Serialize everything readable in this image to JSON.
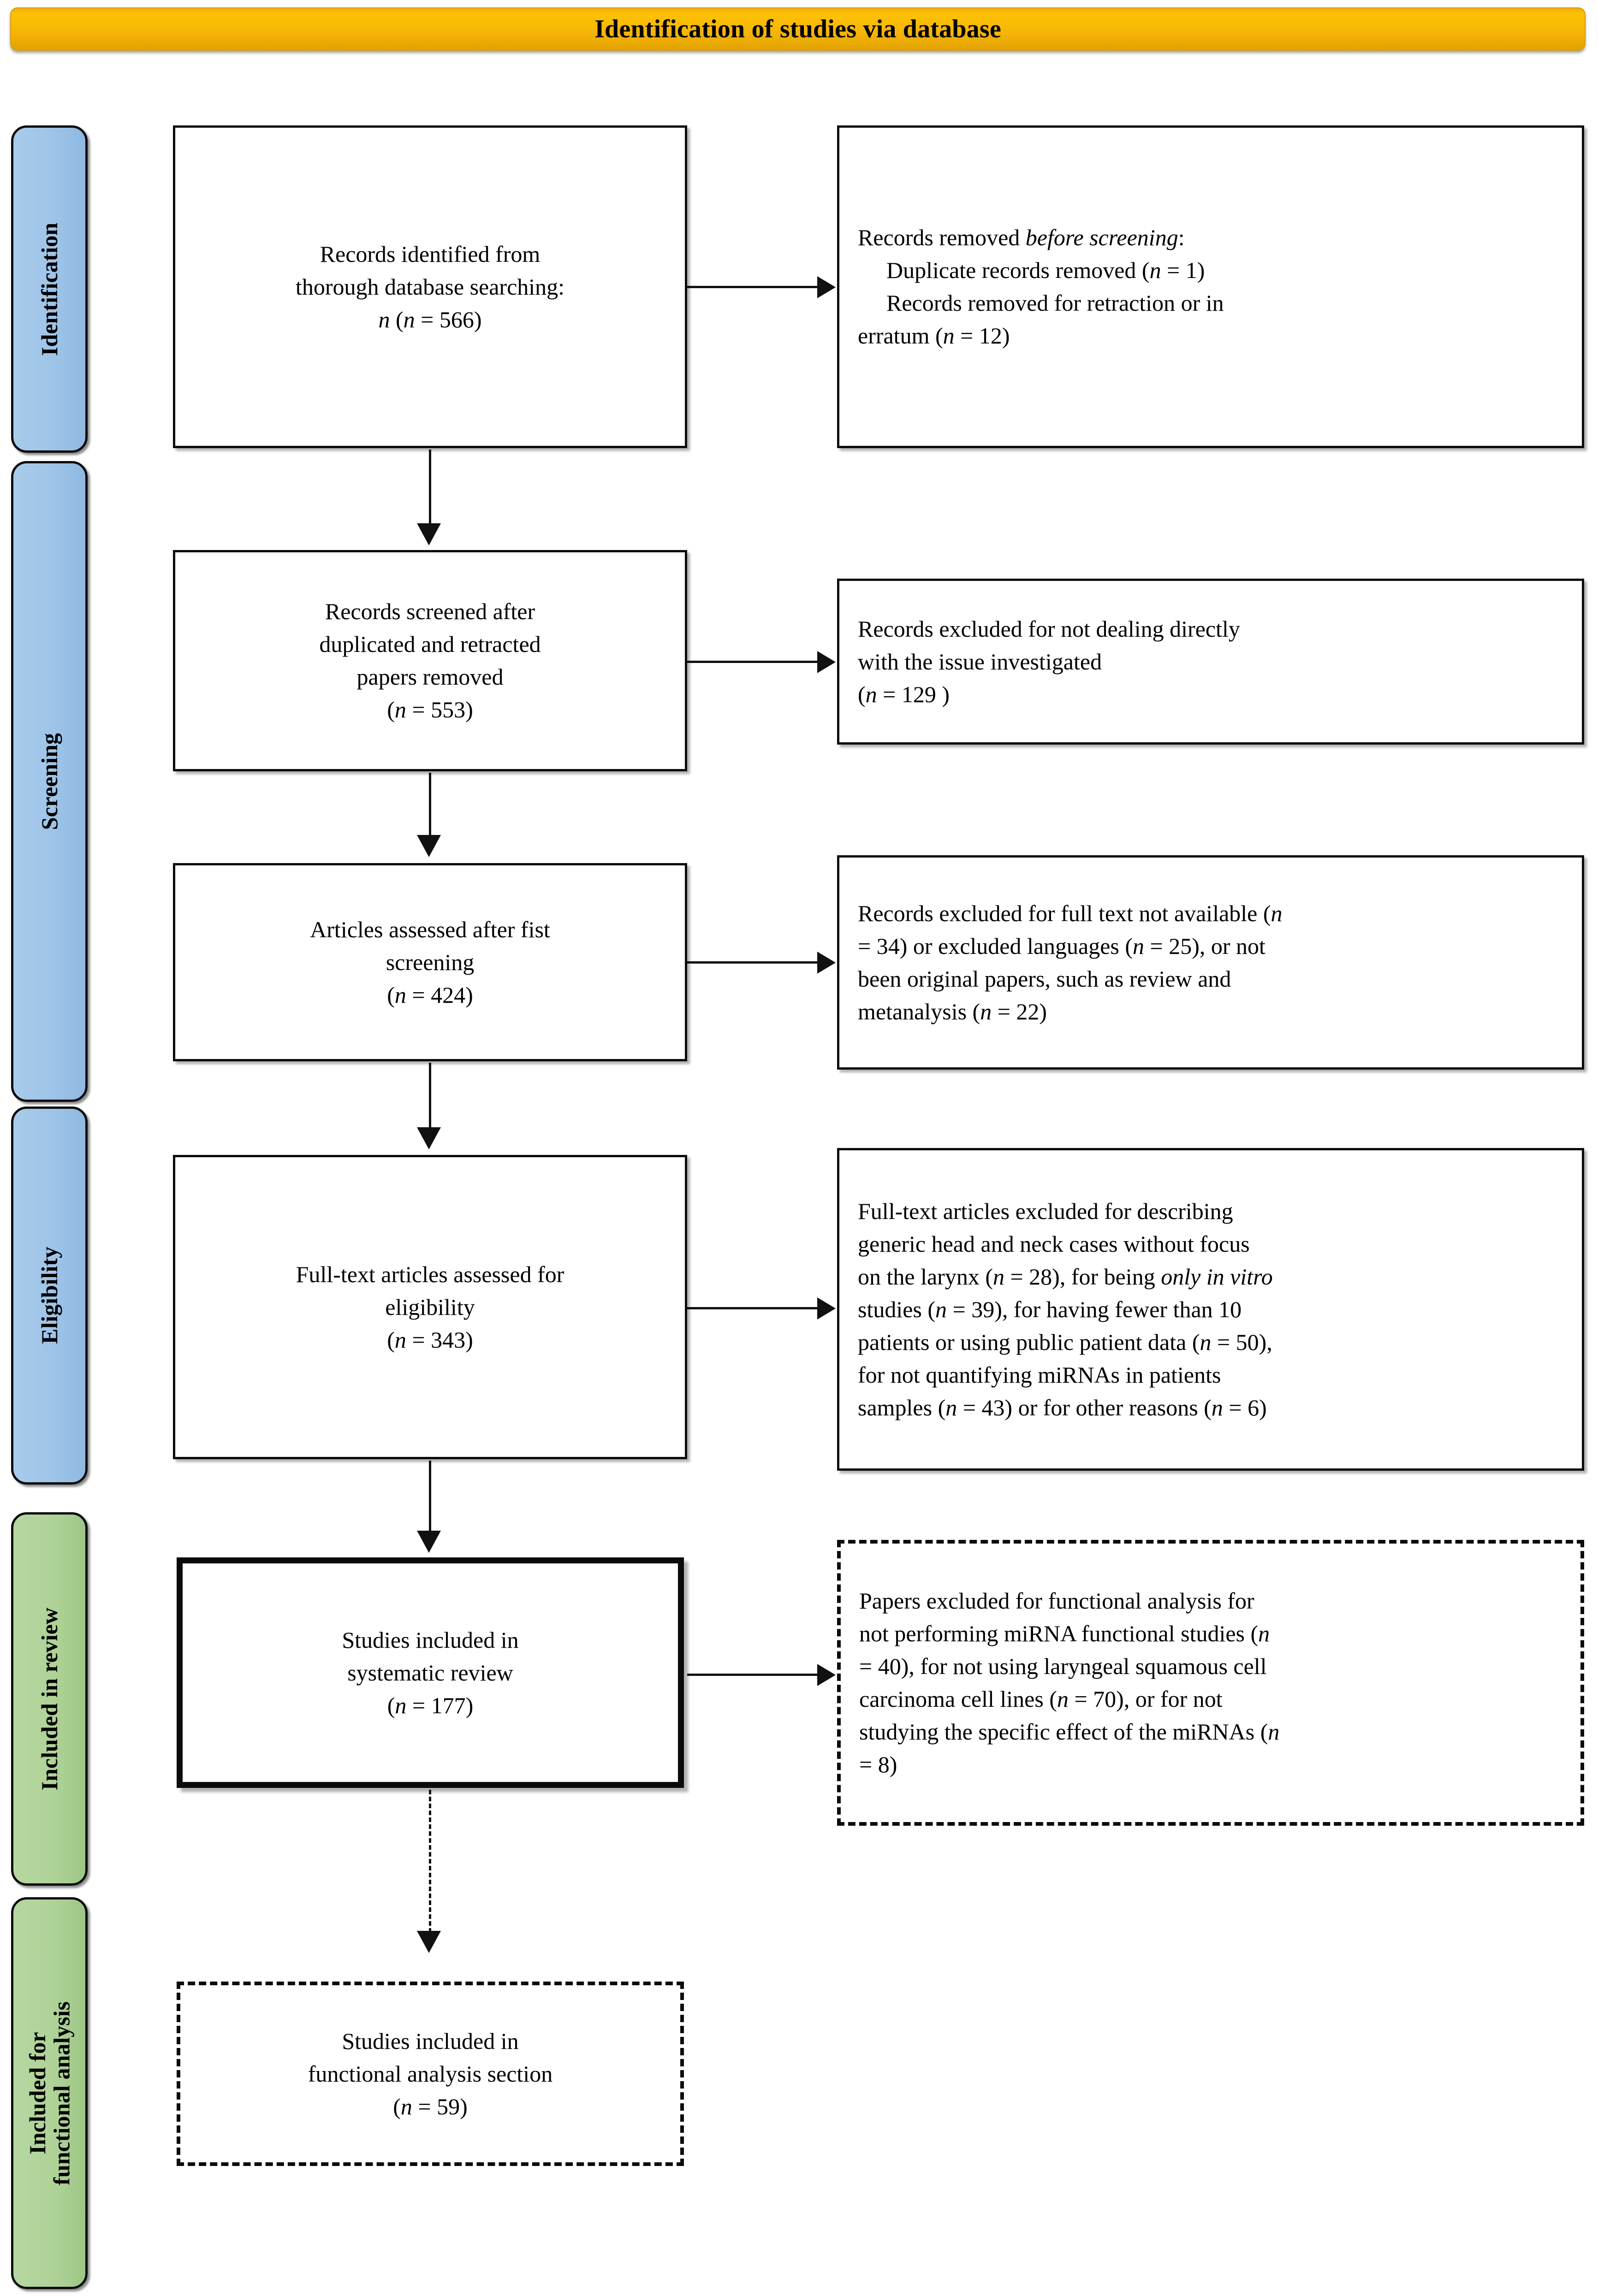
{
  "title": {
    "text": "Identification of studies via database",
    "bg": "#fcc203"
  },
  "colors": {
    "stage_blue": "#a9cbeb",
    "stage_green": "#b6d7a2",
    "banner_orange": "#fcc203",
    "line": "#111111"
  },
  "stages": [
    {
      "id": "identification",
      "label": "Identification",
      "color": "#a9cbeb"
    },
    {
      "id": "screening",
      "label": "Screening",
      "color": "#a9cbeb"
    },
    {
      "id": "eligibility",
      "label": "Eligibility",
      "color": "#a9cbeb"
    },
    {
      "id": "included-in-review",
      "label": "Included in review",
      "color": "#b6d7a2"
    },
    {
      "id": "included-functional",
      "label": "Included for\nfunctional analysis",
      "color": "#b6d7a2"
    }
  ],
  "chart_data": {
    "type": "diagram",
    "title": "Identification of studies via database",
    "nodes": [
      {
        "id": "identified",
        "text": "Records identified from thorough database searching:",
        "n": 566
      },
      {
        "id": "removed",
        "text": "Records removed before screening",
        "items": [
          {
            "label": "Duplicate records removed",
            "n": 1
          },
          {
            "label": "Records removed for retraction or in erratum",
            "n": 12
          }
        ]
      },
      {
        "id": "screened",
        "text": "Records screened after duplicated and retracted papers removed",
        "n": 553
      },
      {
        "id": "excl1",
        "text": "Records excluded for not dealing directly with the issue investigated",
        "n": 129
      },
      {
        "id": "assessed",
        "text": "Articles assessed after fist screening",
        "n": 424
      },
      {
        "id": "excl2",
        "text": "Records excluded for full text not available / excluded languages / not original papers",
        "ns": [
          34,
          25,
          22
        ]
      },
      {
        "id": "fulltext",
        "text": "Full-text articles assessed for eligibility",
        "n": 343
      },
      {
        "id": "excl3",
        "text": "Full-text articles excluded",
        "ns": [
          28,
          39,
          50,
          43,
          6
        ]
      },
      {
        "id": "included",
        "text": "Studies included in systematic review",
        "n": 177
      },
      {
        "id": "excl4",
        "text": "Papers excluded for functional analysis",
        "ns": [
          40,
          70,
          8
        ]
      },
      {
        "id": "functional",
        "text": "Studies included in functional analysis section",
        "n": 59
      }
    ]
  },
  "boxes": {
    "identified": {
      "line1": "Records identified from",
      "line2": "thorough database searching:",
      "line3": "(n = 566)"
    },
    "removed_before_screening": {
      "line1_a": "Records removed ",
      "line1_b": "before screening",
      "line1_c": ":",
      "line2": "Duplicate records removed  (n = 1)",
      "line3": "Records removed for retraction or in",
      "line4": "erratum (n = 12)"
    },
    "screened": {
      "line1": "Records screened after",
      "line2": "duplicated and retracted",
      "line3": "papers removed",
      "line4": "(n = 553)"
    },
    "excluded_not_dealing": {
      "line1": "Records excluded for not dealing directly",
      "line2": "with the issue investigated",
      "line3": "(n = 129 )"
    },
    "assessed_first_screening": {
      "line1": "Articles assessed after fist",
      "line2": "screening",
      "line3": "(n = 424)"
    },
    "excluded_fulltext_lang": {
      "line1": "Records excluded for full text not available (n",
      "line2": "= 34) or excluded languages (n = 25), or not",
      "line3": "been original papers, such as review and",
      "line4": "metanalysis (n = 22)"
    },
    "fulltext_assessed": {
      "line1": "Full-text articles assessed for",
      "line2": "eligibility",
      "line3": "(n = 343)"
    },
    "excluded_fulltext_reasons": {
      "line1": "Full-text articles excluded for describing",
      "line2": "generic head and neck cases without focus",
      "line3_a": "on the larynx (n = 28), for being ",
      "line3_b": "only in vitro",
      "line4": "studies (n = 39), for having fewer than 10",
      "line5": "patients or using public patient data (n = 50),",
      "line6": "for not quantifying miRNAs in patients",
      "line7": "samples (n = 43) or for other reasons (n = 6)"
    },
    "included_systematic_review": {
      "line1": "Studies included in",
      "line2": "systematic review",
      "line3": "(n = 177)"
    },
    "papers_excluded_functional": {
      "line1": "Papers excluded for functional analysis for",
      "line2": "not performing miRNA functional studies (n",
      "line3": "= 40), for not using laryngeal squamous cell",
      "line4": "carcinoma cell lines (n = 70), or for not",
      "line5": "studying the specific effect of the miRNAs (n",
      "line6": "= 8)"
    },
    "included_functional_analysis": {
      "line1": "Studies included in",
      "line2": "functional analysis section",
      "line3": "(n = 59)"
    }
  }
}
